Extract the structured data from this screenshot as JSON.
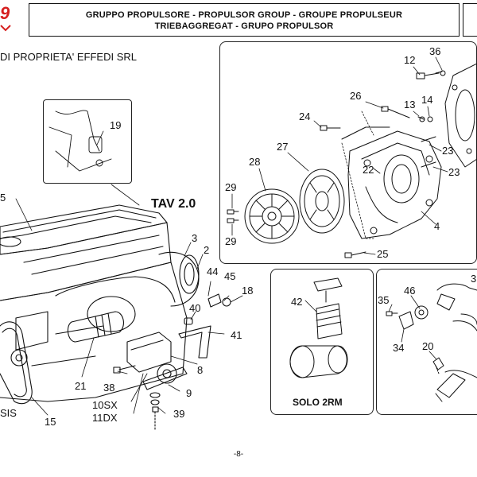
{
  "logo": {
    "text": "9",
    "color": "#d62020"
  },
  "header": {
    "title_line1": "GRUPPO PROPULSORE - PROPULSOR GROUP - GROUPE PROPULSEUR",
    "title_line2": "TRIEBAGGREGAT - GRUPO PROPULSOR"
  },
  "copyright": "DI PROPRIETA' EFFEDI SRL",
  "model_label": "TAV 2.0",
  "solo_label": "SOLO 2RM",
  "callouts": {
    "c12": "12",
    "c36": "36",
    "c26": "26",
    "c13": "13",
    "c14": "14",
    "c24": "24",
    "c27": "27",
    "c28": "28",
    "c22": "22",
    "c23a": "23",
    "c23b": "23",
    "c29a": "29",
    "c29b": "29",
    "c4": "4",
    "c25": "25",
    "c19": "19",
    "c5": "5",
    "c3": "3",
    "c2": "2",
    "c44": "44",
    "c45": "45",
    "c18": "18",
    "c40": "40",
    "c41": "41",
    "c8": "8",
    "c21": "21",
    "c38": "38",
    "c9": "9",
    "c10sx": "10SX",
    "c11dx": "11DX",
    "c39": "39",
    "c15": "15",
    "c_sis": "SIS",
    "c42": "42",
    "c35": "35",
    "c46": "46",
    "c3r": "3",
    "c34": "34",
    "c20": "20"
  },
  "page_number": "-8-"
}
